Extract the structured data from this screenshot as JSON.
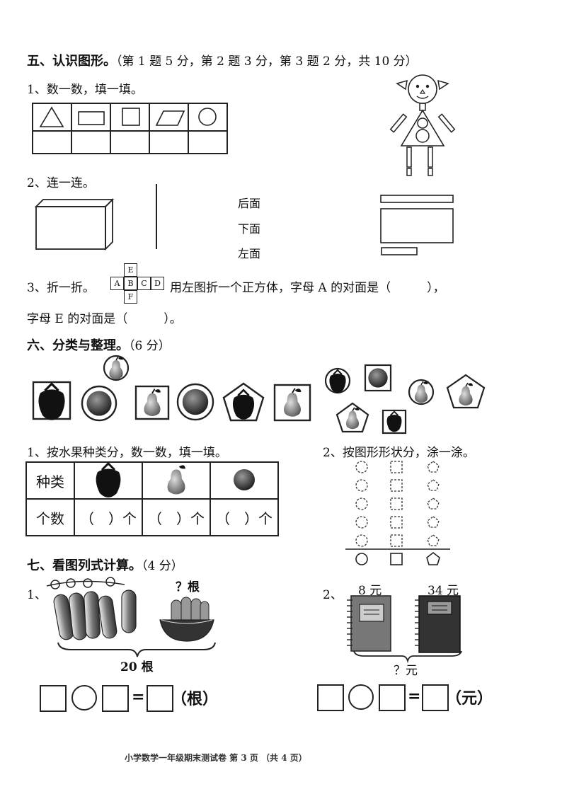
{
  "section5": {
    "title": "五、认识图形。",
    "score": "（第 1 题 5 分，第 2 题 3 分，第 3 题 2 分，共 10 分）",
    "q1": "1、数一数，填一填。",
    "q2": "2、连一连。",
    "q2_labels": [
      "后面",
      "下面",
      "左面"
    ],
    "q3_prefix": "3、折一折。",
    "q3_text": "用左图折一个正方体，字母 A 的对面是（　　　），",
    "q3_text2": "字母 E 的对面是（　　　）。",
    "net_letters": [
      "E",
      "A",
      "B",
      "C",
      "D",
      "F"
    ],
    "shape_icons": [
      "triangle-icon",
      "rectangle-icon",
      "square-icon",
      "parallelogram-icon",
      "circle-icon"
    ]
  },
  "section6": {
    "title": "六、分类与整理。",
    "score": "（6 分）",
    "q1": "1、按水果种类分，数一数，填一填。",
    "q2": "2、按图形形状分，涂一涂。",
    "table_header": "种类",
    "table_row_label": "个数",
    "count_cell": "（　）个",
    "fruit_icons": [
      "strawberry-icon",
      "pear-icon",
      "apple-icon"
    ]
  },
  "section7": {
    "title": "七、看图列式计算。",
    "score": "（4 分）",
    "q1": "1、",
    "q1_question": "？根",
    "q1_total": "20 根",
    "q1_unit": "（根）",
    "q2": "2、",
    "q2_price1": "8 元",
    "q2_price2": "34 元",
    "q2_question": "？元",
    "q2_unit": "（元）",
    "equals": "="
  },
  "footer": "小学数学一年级期末测试卷 第 3 页 （共 4 页）"
}
